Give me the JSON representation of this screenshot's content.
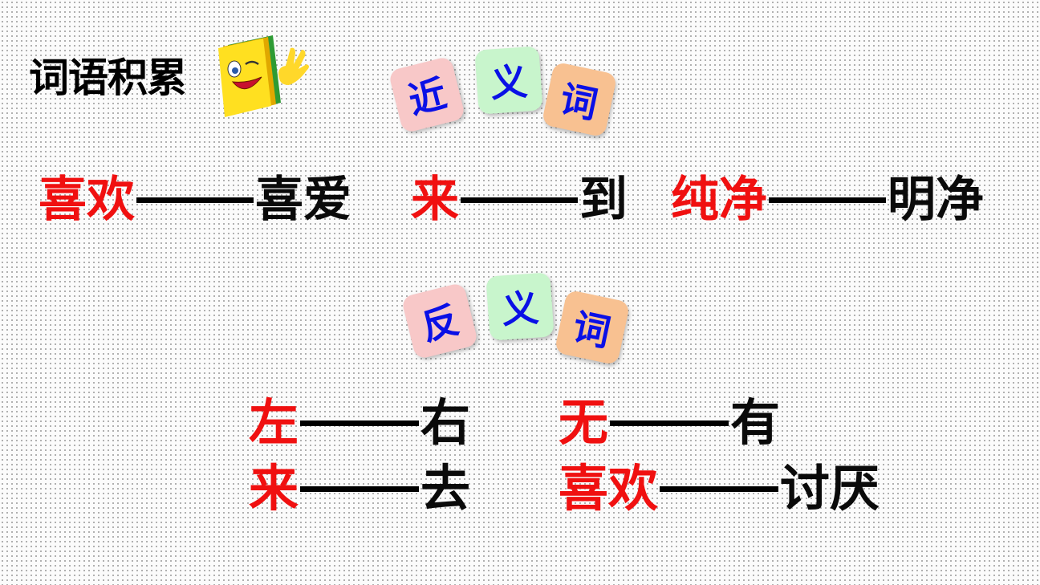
{
  "title": "词语积累",
  "mascot": "winking-book-mascot",
  "synonyms": {
    "tiles": [
      "近",
      "义",
      "词"
    ],
    "pairs": [
      {
        "word": "喜欢",
        "match": "喜爱"
      },
      {
        "word": "来",
        "match": "到"
      },
      {
        "word": "纯净",
        "match": "明净"
      }
    ]
  },
  "antonyms": {
    "tiles": [
      "反",
      "义",
      "词"
    ],
    "pairs": [
      {
        "word": "左",
        "match": "右"
      },
      {
        "word": "无",
        "match": "有"
      },
      {
        "word": "来",
        "match": "去"
      },
      {
        "word": "喜欢",
        "match": "讨厌"
      }
    ]
  },
  "colors": {
    "keyword": "#f01010",
    "match": "#0a0a0a",
    "tile_text": "#0a10e6",
    "tile_pink": "#f8c8c8",
    "tile_green": "#c8f5cc",
    "tile_orange": "#f8c191"
  }
}
